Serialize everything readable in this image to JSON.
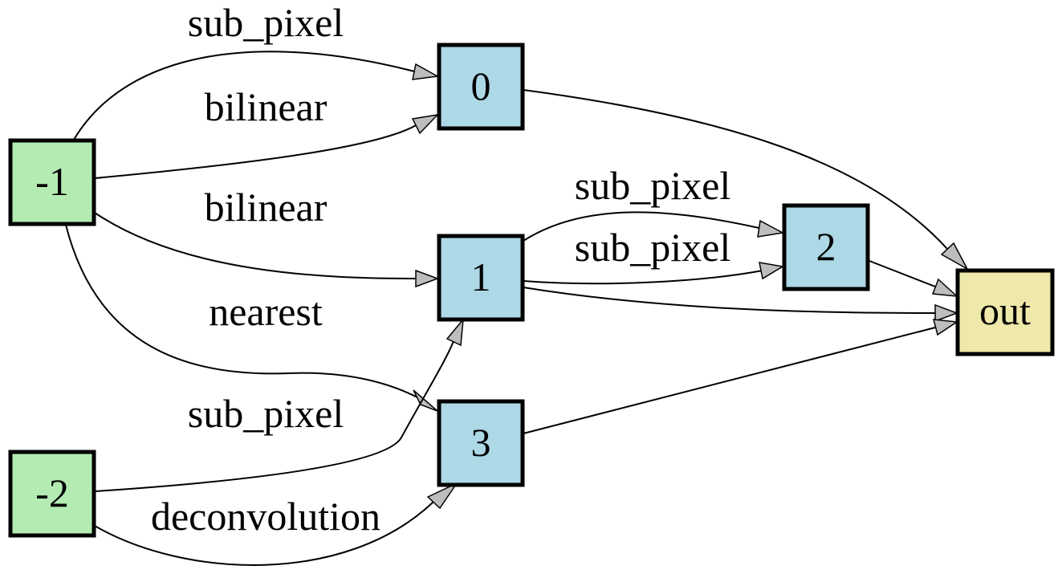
{
  "diagram": {
    "colors": {
      "input": "#b3ebb3",
      "op": "#add8e6",
      "output": "#eee8aa"
    },
    "nodes": [
      {
        "id": "n_m1",
        "label": "-1",
        "kind": "input"
      },
      {
        "id": "n_m2",
        "label": "-2",
        "kind": "input"
      },
      {
        "id": "n_0",
        "label": "0",
        "kind": "op"
      },
      {
        "id": "n_1",
        "label": "1",
        "kind": "op"
      },
      {
        "id": "n_2",
        "label": "2",
        "kind": "op"
      },
      {
        "id": "n_3",
        "label": "3",
        "kind": "op"
      },
      {
        "id": "n_out",
        "label": "out",
        "kind": "output"
      }
    ],
    "edges": [
      {
        "from": "-1",
        "to": "0",
        "label": "sub_pixel"
      },
      {
        "from": "-1",
        "to": "0",
        "label": "bilinear"
      },
      {
        "from": "-1",
        "to": "1",
        "label": "bilinear"
      },
      {
        "from": "-1",
        "to": "3",
        "label": "nearest"
      },
      {
        "from": "-2",
        "to": "1",
        "label": "sub_pixel"
      },
      {
        "from": "-2",
        "to": "3",
        "label": "deconvolution"
      },
      {
        "from": "1",
        "to": "2",
        "label": "sub_pixel"
      },
      {
        "from": "1",
        "to": "2",
        "label": "sub_pixel"
      },
      {
        "from": "0",
        "to": "out",
        "label": ""
      },
      {
        "from": "2",
        "to": "out",
        "label": ""
      },
      {
        "from": "1",
        "to": "out",
        "label": ""
      },
      {
        "from": "3",
        "to": "out",
        "label": ""
      }
    ]
  }
}
